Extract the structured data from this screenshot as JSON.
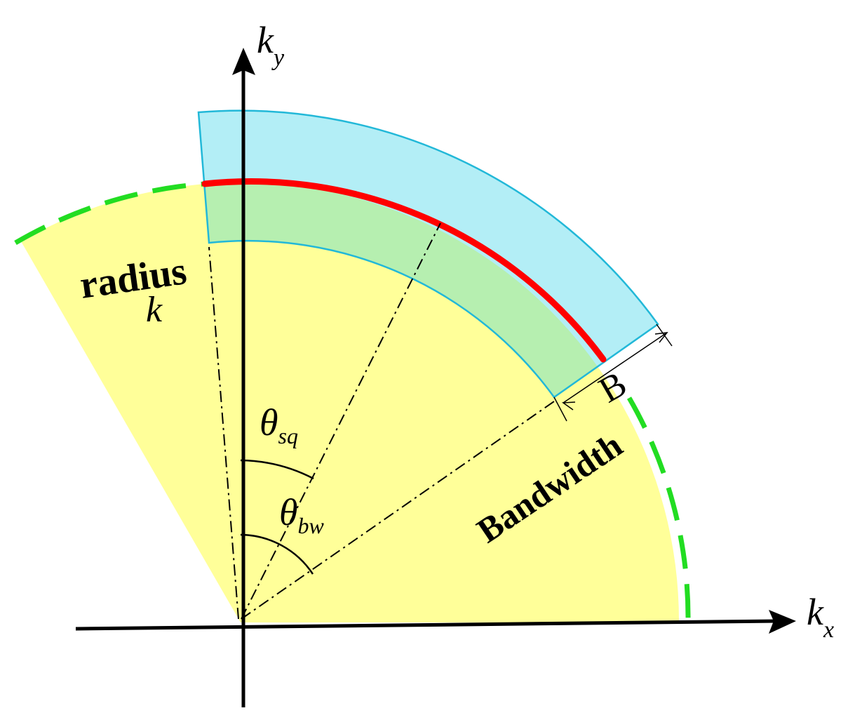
{
  "labels": {
    "ky_main": "k",
    "ky_sub": "y",
    "kx_main": "k",
    "kx_sub": "x",
    "radius_word": "radius",
    "radius_k": "k",
    "theta_sq_main": "θ",
    "theta_sq_sub": "sq",
    "theta_bw_main": "θ",
    "theta_bw_sub": "bw",
    "bandwidth": "Bandwidth",
    "b": "B"
  },
  "colors": {
    "yellow_sector": "#ffff99",
    "blue_band": "#b3eef6",
    "blue_outline": "#22b8d8",
    "green_overlap": "#b6efb0",
    "red_arc": "#ff0000",
    "green_dashed": "#22dd22",
    "axes": "#000000"
  },
  "icons": {
    "axis_arrow": "arrow-head"
  }
}
